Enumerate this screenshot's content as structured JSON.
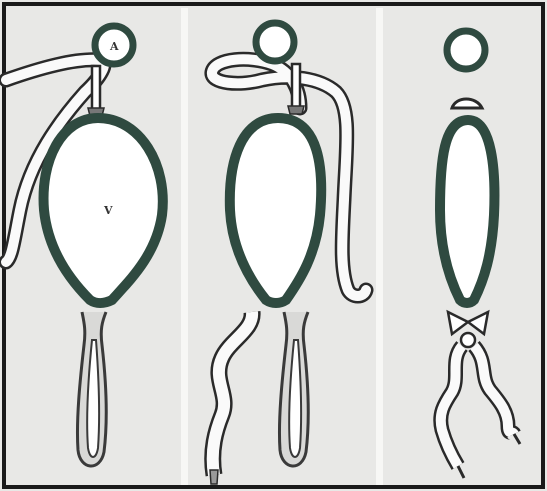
{
  "figure": {
    "panel_count": 3,
    "labels": {
      "top_structure": "A",
      "central_structure": "V"
    },
    "colors": {
      "background": "#e8e8e6",
      "panel_divider": "#f7f7f5",
      "ring_outline": "#2f4a40",
      "ring_fill": "#ffffff",
      "tube_outline": "#2a2a2a",
      "tube_fill": "#fafafa",
      "lower_organ_outline": "#3a3a3a",
      "lower_organ_fill": "#d9d9d7",
      "frame": "#1a1a1a"
    }
  }
}
